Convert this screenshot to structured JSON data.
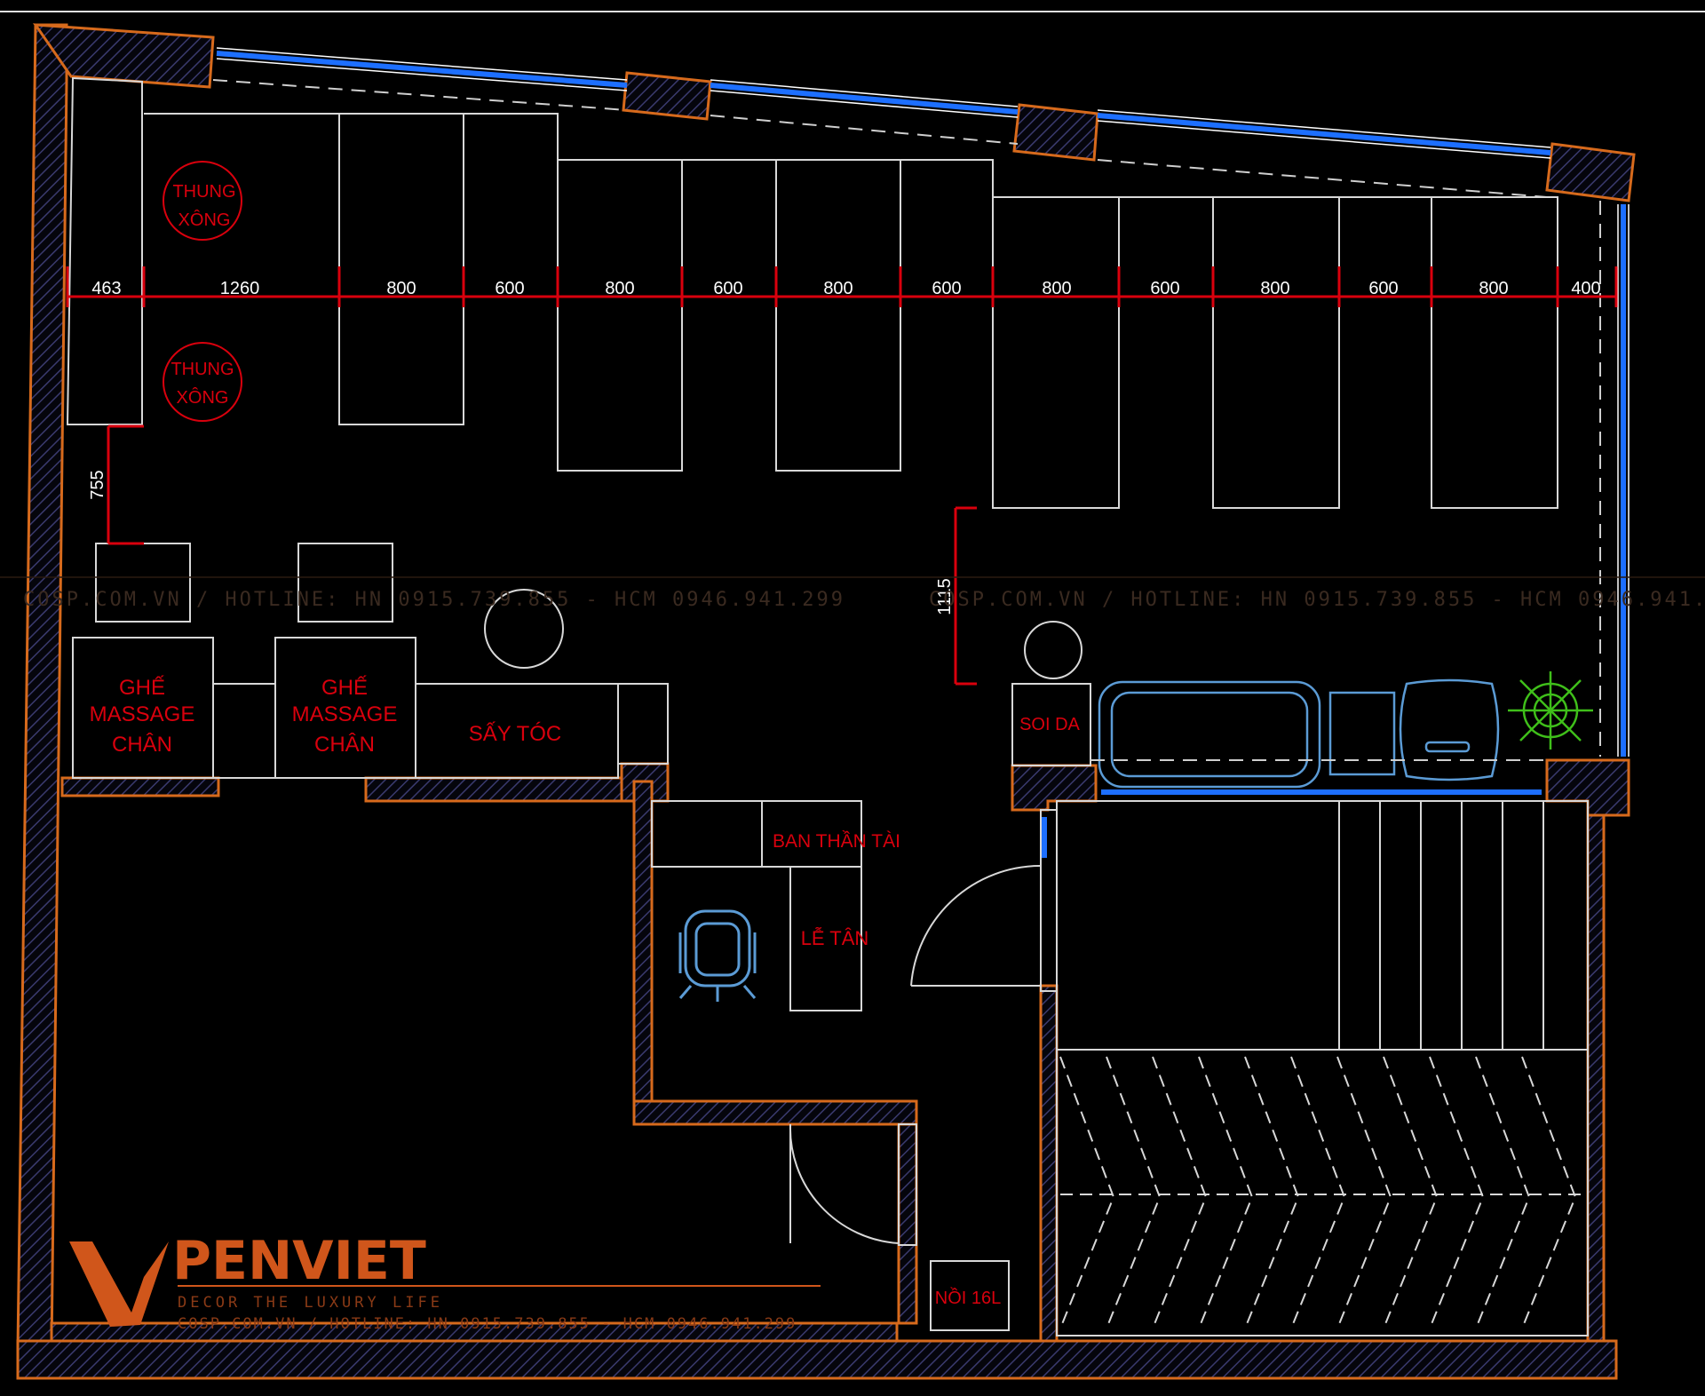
{
  "dimensions": {
    "top": [
      "463",
      "1260",
      "800",
      "600",
      "800",
      "600",
      "800",
      "600",
      "800",
      "600",
      "800",
      "600",
      "800",
      "400"
    ],
    "left": "755",
    "right": "1115"
  },
  "rooms": {
    "steam_1": [
      "THUNG",
      "XÔNG"
    ],
    "steam_2": [
      "THUNG",
      "XÔNG"
    ],
    "massage_1": [
      "GHẾ",
      "MASSAGE",
      "CHÂN"
    ],
    "massage_2": [
      "GHẾ",
      "MASSAGE",
      "CHÂN"
    ],
    "hair_dryer": "SẤY TÓC",
    "skin_scope": "SOI DA",
    "altar": "BAN THẦN TÀI",
    "reception": "LỄ TÂN",
    "pot": "NỒI 16L"
  },
  "watermark": {
    "line1": "COSP.COM.VN / HOTLINE: HN 0915.739.855 - HCM 0946.941.299",
    "line2": "COSP.COM.VN / HOTLINE: HN 0915.739.855 - HCM 0946.941.299"
  },
  "brand": {
    "name": "PENVIET",
    "tagline": "DECOR THE LUXURY LIFE",
    "contact": "COSP.COM.VN / HOTLINE: HN 0915.739.855 - HCM 0946.941.299"
  },
  "colors": {
    "wall_outline": "#d76a1c",
    "wall_hatch": "#30305a",
    "window": "#1d6fff",
    "label": "#d9000d",
    "dimension": "#d9000d",
    "plant": "#3fbf1a",
    "chair": "#5b9bd5",
    "logo": "#d0561b"
  },
  "icons": [
    "plant-icon",
    "office-chair-icon",
    "bathtub-icon",
    "basin-icon"
  ]
}
